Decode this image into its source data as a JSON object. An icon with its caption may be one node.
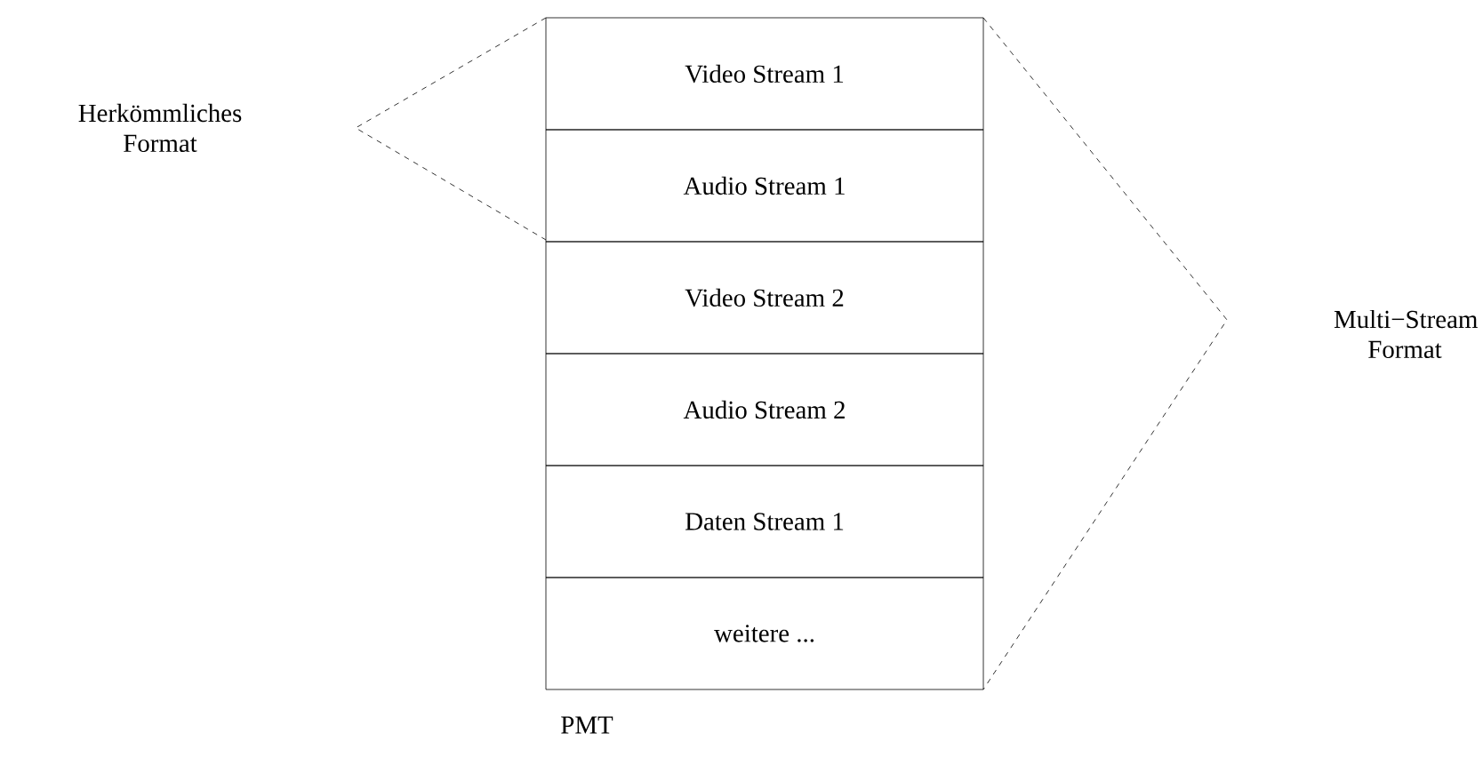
{
  "diagram": {
    "nodes": [
      {
        "text": [
          "Video Stream 1"
        ]
      },
      {
        "text": [
          "Audio Stream 1"
        ]
      },
      {
        "text": [
          "Video Stream 2"
        ]
      },
      {
        "text": [
          "Audio Stream 2"
        ]
      },
      {
        "text": [
          "Daten Stream 1"
        ]
      },
      {
        "text": [
          "weitere ..."
        ]
      }
    ],
    "labels": [
      "Herkömmliches Format",
      "Multi−Stream Format",
      "PMT"
    ]
  }
}
